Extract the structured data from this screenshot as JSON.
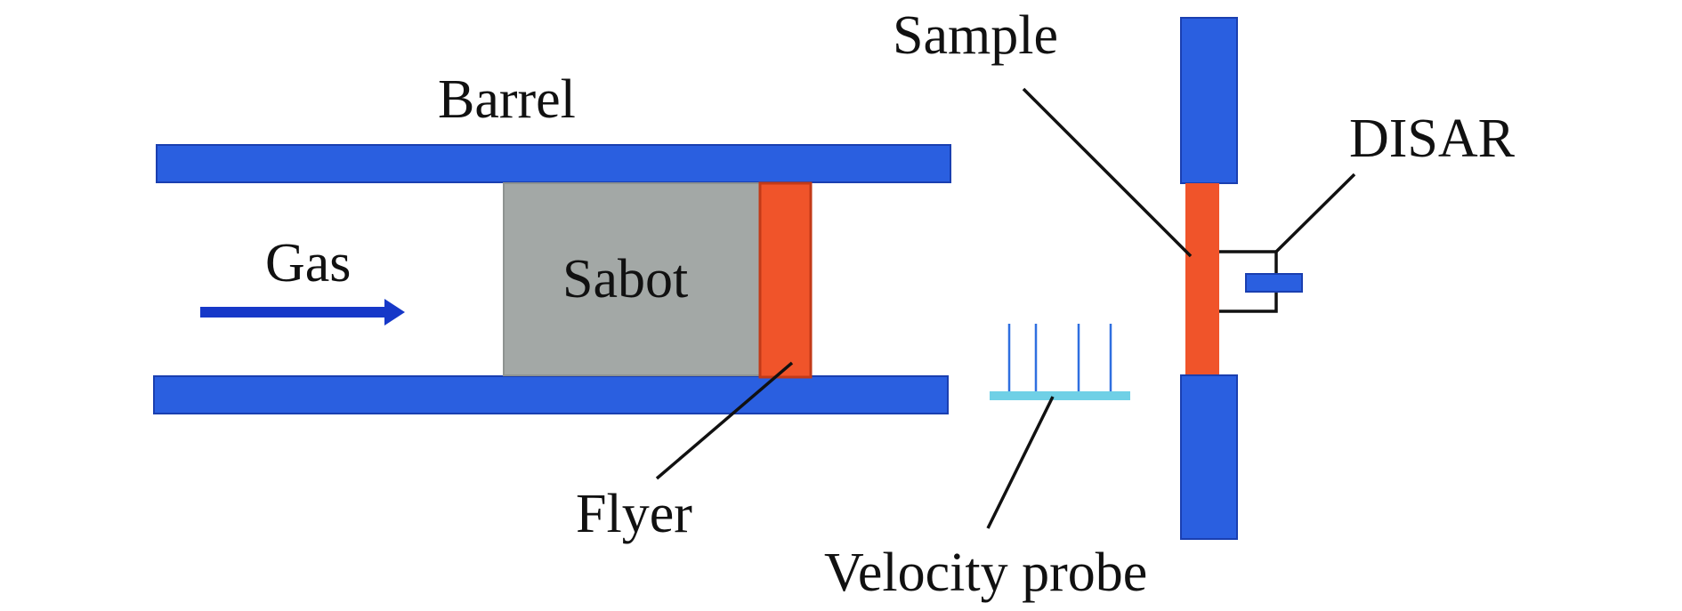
{
  "labels": {
    "barrel": "Barrel",
    "gas": "Gas",
    "sabot": "Sabot",
    "flyer": "Flyer",
    "sample": "Sample",
    "disar": "DISAR",
    "velocity_probe": "Velocity probe"
  },
  "colors": {
    "barrel": "#2a5fe0",
    "barrel_edge": "#1a3fb0",
    "sabot": "#a3a8a6",
    "flyer": "#f0542a",
    "sample": "#f0542a",
    "arrow": "#1638c8",
    "probe": "#2f6fe0",
    "probe_base": "#6fd0e6",
    "leader": "#111111"
  },
  "icons": {
    "flow_arrow": "right-arrow-icon"
  }
}
